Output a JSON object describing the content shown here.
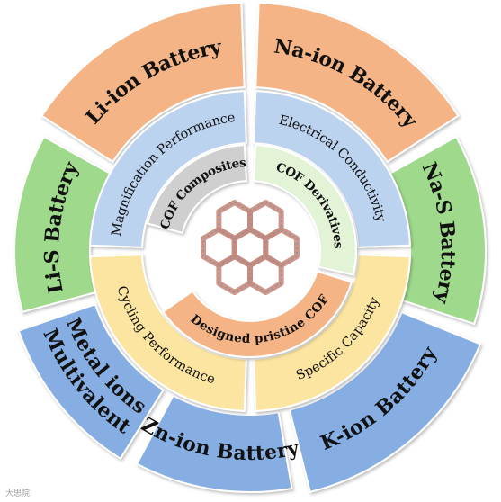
{
  "outer_ring": [
    {
      "label": "Li-ion Battery",
      "color": "#f5b485"
    },
    {
      "label": "Na-ion Battery",
      "color": "#f5b485"
    },
    {
      "label": "Na-S Battery",
      "color": "#9fd98c"
    },
    {
      "label": "K-ion Battery",
      "color": "#86aee3"
    },
    {
      "label": "Zn-ion Battery",
      "color": "#86aee3"
    },
    {
      "label": "Multivalent",
      "label2": "Metal ions",
      "color": "#86aee3"
    },
    {
      "label": "Li-S Battery",
      "color": "#9fd98c"
    }
  ],
  "middle_ring": [
    {
      "label": "Magnification Performance",
      "color": "#bcd3f0"
    },
    {
      "label": "Electrical Conductivity",
      "color": "#bcd3f0"
    },
    {
      "label": "Specific Capacity",
      "color": "#fbe5a0"
    },
    {
      "label": "Cycling Performance",
      "color": "#fbe5a0"
    }
  ],
  "inner_ring": [
    {
      "label": "COF Composites",
      "color": "#cfcfcf"
    },
    {
      "label": "COF Derivatives",
      "color": "#e2f3d6"
    },
    {
      "label": "Designed pristine COF",
      "color": "#f5b485"
    }
  ],
  "center": {
    "icon": "cof-hexagon-lattice-icon",
    "color": "#c98b7b"
  },
  "watermark": "大思院"
}
